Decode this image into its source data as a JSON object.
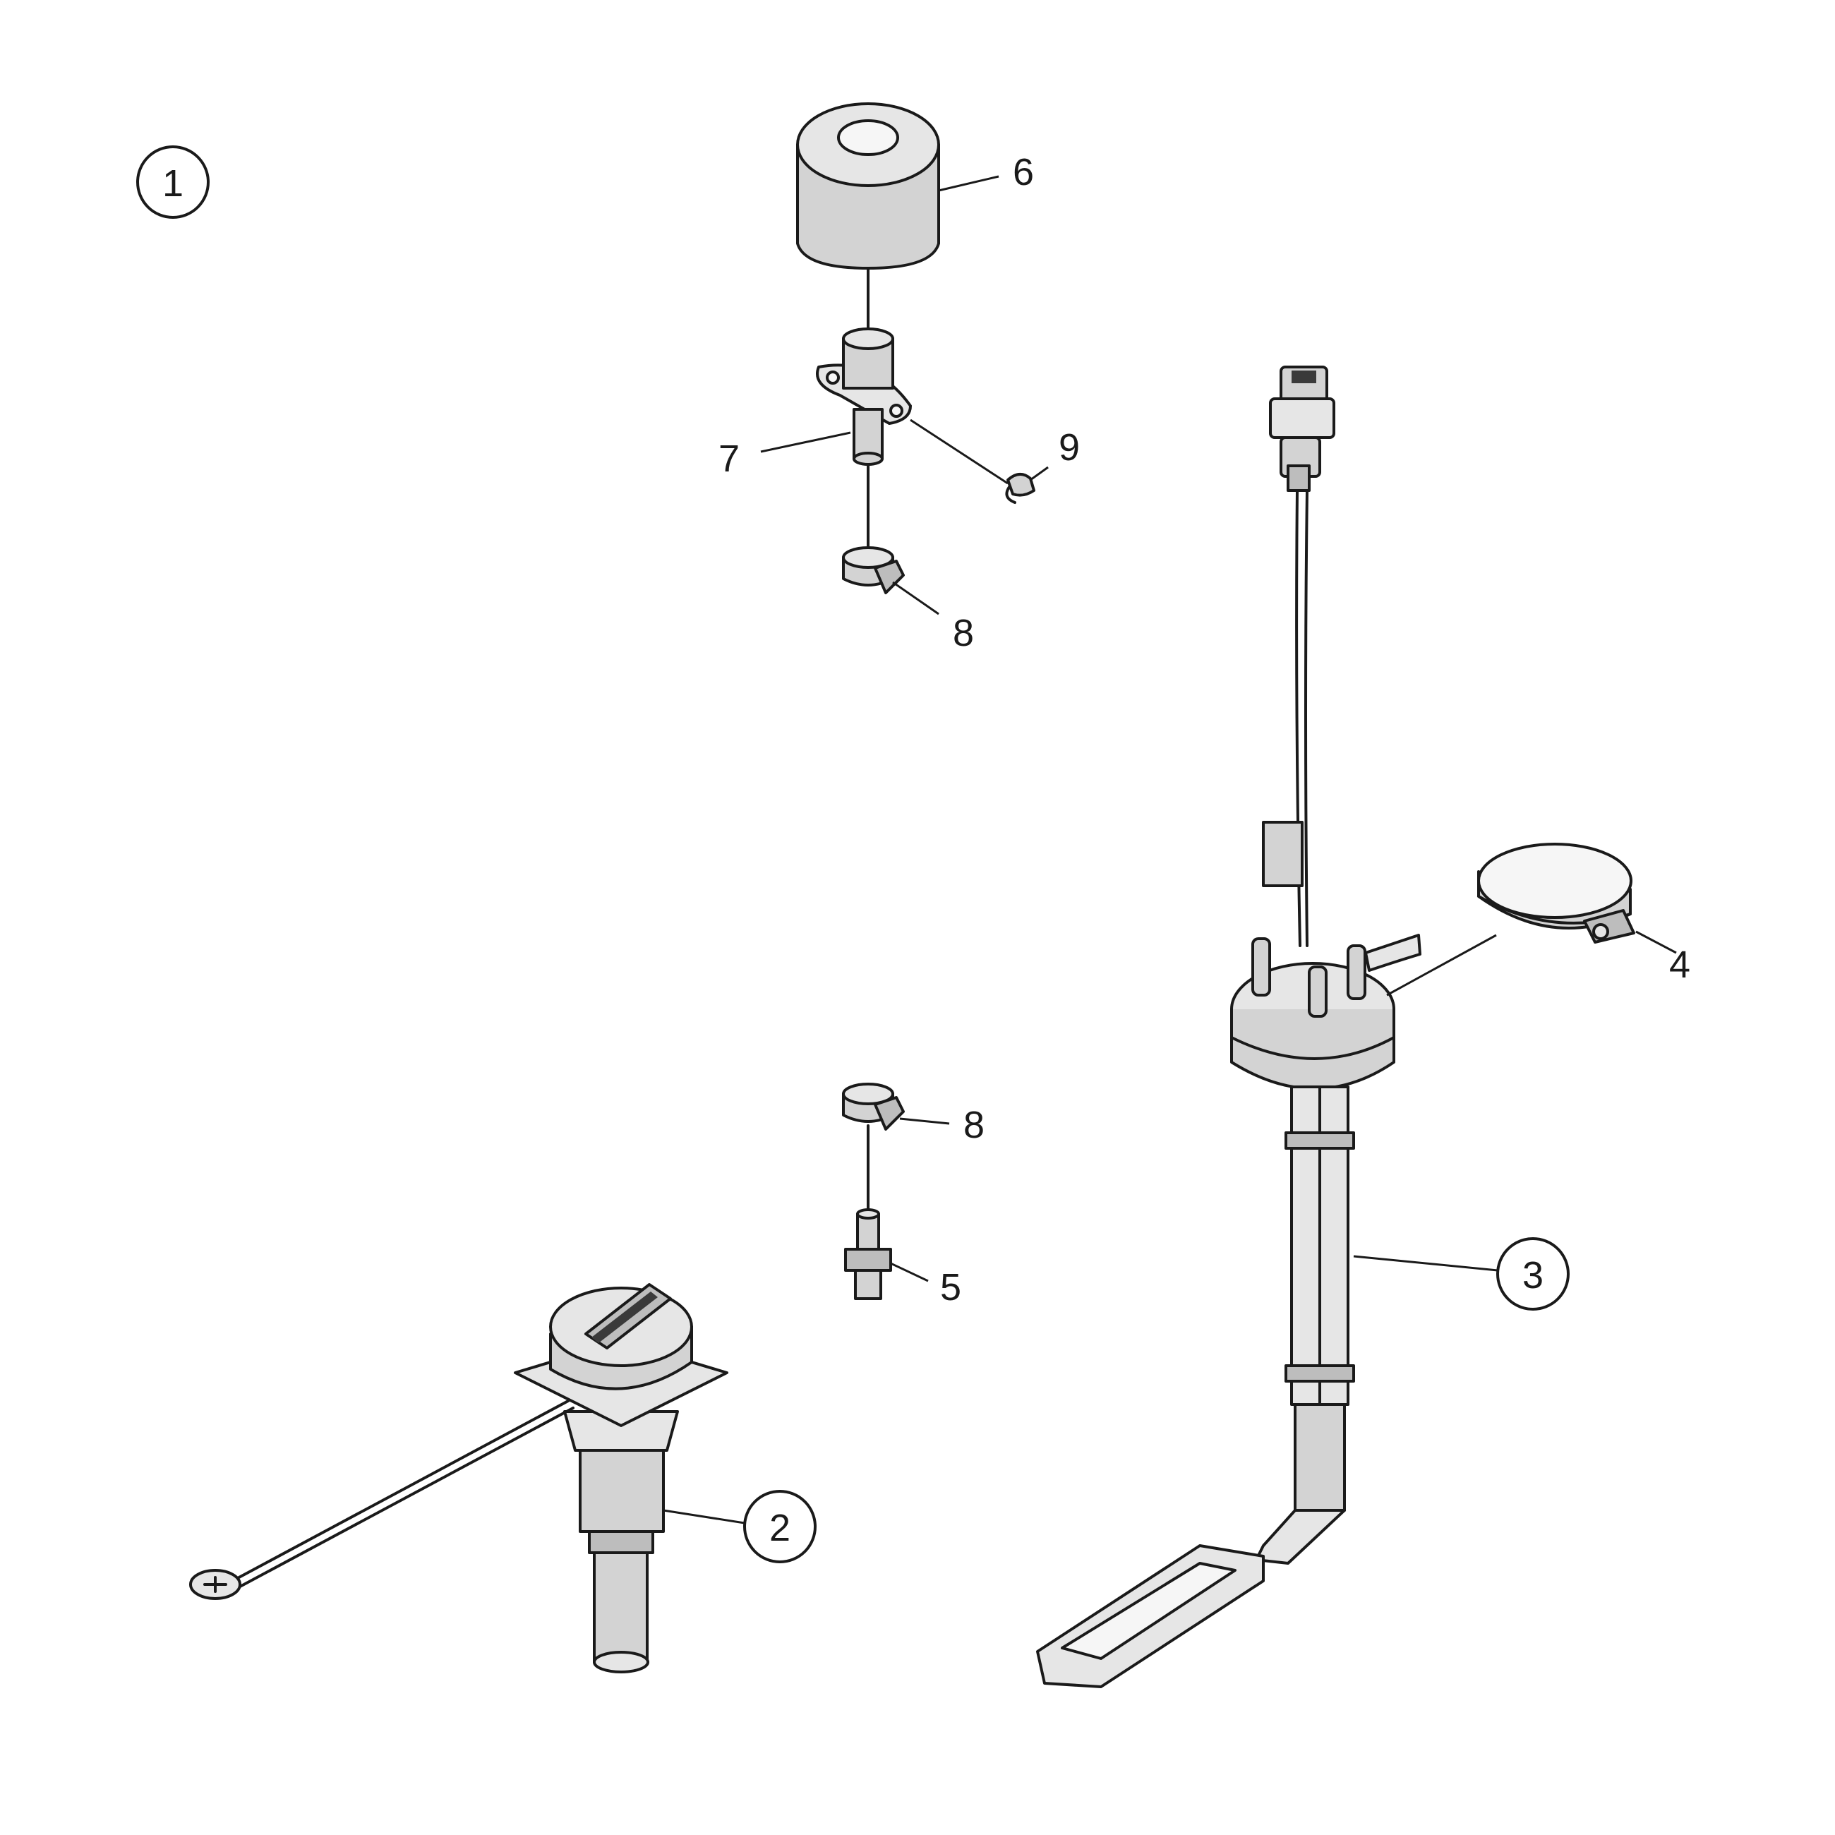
{
  "diagram": {
    "main_callout": "1",
    "callouts": [
      {
        "id": "callout-2",
        "text": "2",
        "circled": true
      },
      {
        "id": "callout-3",
        "text": "3",
        "circled": true
      },
      {
        "id": "callout-4",
        "text": "4",
        "circled": false
      },
      {
        "id": "callout-5",
        "text": "5",
        "circled": false
      },
      {
        "id": "callout-6",
        "text": "6",
        "circled": false
      },
      {
        "id": "callout-7",
        "text": "7",
        "circled": false
      },
      {
        "id": "callout-8-top",
        "text": "8",
        "circled": false
      },
      {
        "id": "callout-8-mid",
        "text": "8",
        "circled": false
      },
      {
        "id": "callout-9",
        "text": "9",
        "circled": false
      }
    ]
  }
}
